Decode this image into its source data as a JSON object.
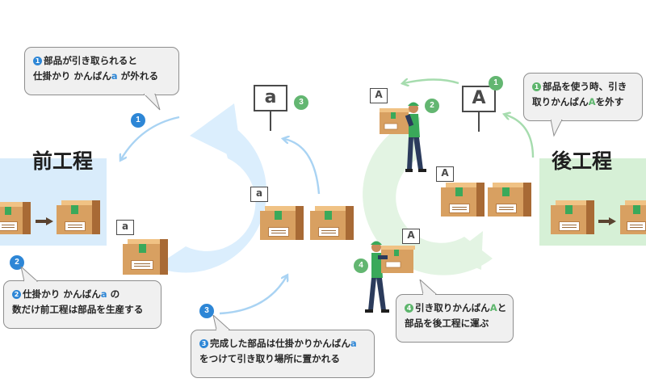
{
  "processes": {
    "front": {
      "title": "前工程"
    },
    "back": {
      "title": "後工程"
    }
  },
  "kanban": {
    "production_label": "a",
    "withdrawal_label": "A"
  },
  "badges": {
    "left_1": "1",
    "left_2": "2",
    "left_3": "3",
    "left_3b": "3",
    "right_1": "1",
    "right_2": "2",
    "right_4": "4",
    "right_4b": "4"
  },
  "bubbles": {
    "b1": {
      "num": "1",
      "line1": "部品が引き取られると",
      "line2_pre": "仕掛かり かんばん",
      "line2_hl": "a",
      "line2_post": " が外れる"
    },
    "b2": {
      "num": "2",
      "line1_pre": "仕掛かり かんばん",
      "line1_hl": "a",
      "line1_post": " の",
      "line2": "数だけ前工程は部品を生産する"
    },
    "b3": {
      "num": "3",
      "line1_pre": "完成した部品は仕掛かりかんばん",
      "line1_hl": "a",
      "line2": "をつけて引き取り場所に置かれる"
    },
    "g1": {
      "num": "1",
      "line1": "部品を使う時、引き",
      "line2_pre": "取りかんばん",
      "line2_hl": "A",
      "line2_post": "を外す"
    },
    "g4": {
      "num": "4",
      "line1_pre": "引き取りかんばん",
      "line1_hl": "A",
      "line1_post": "と",
      "line2": "部品を後工程に運ぶ"
    }
  },
  "colors": {
    "blue": "#2d86d6",
    "green": "#5db56c",
    "blue_cycle": "#dbeefd",
    "green_cycle": "#e3f4e3",
    "box": "#d8a061",
    "tape": "#3aa95a"
  }
}
